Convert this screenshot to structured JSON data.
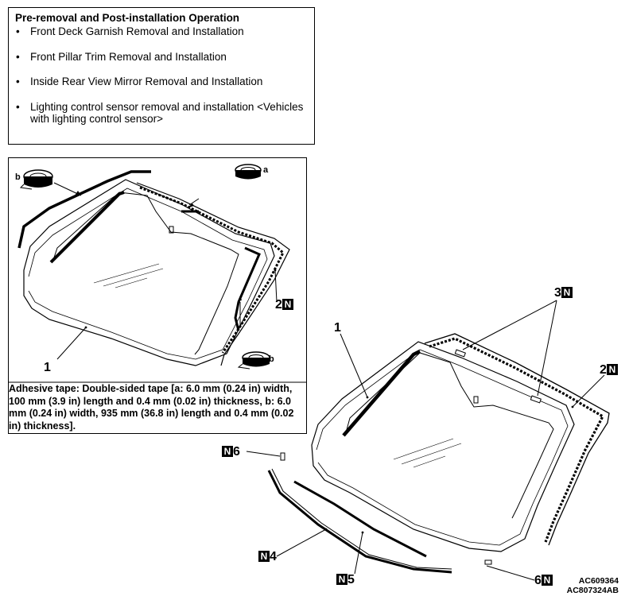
{
  "operations": {
    "title": "Pre-removal and Post-installation Operation",
    "items": [
      {
        "text": "Front Deck Garnish Removal and Installation"
      },
      {
        "text": "Front Pillar Trim Removal and Installation"
      },
      {
        "text": "Inside Rear View Mirror Removal and Installation"
      },
      {
        "text": "Lighting control sensor removal and installation <Vehicles with lighting control sensor>"
      }
    ]
  },
  "detail": {
    "label_a": "a",
    "label_b_top": "b",
    "label_b_bottom": "b",
    "label_1": "1",
    "label_2": "2",
    "caption": "Adhesive tape: Double-sided tape [a: 6.0 mm (0.24 in) width, 100 mm (3.9 in) length and 0.4 mm (0.02 in) thickness, b: 6.0 mm (0.24 in) width, 935 mm (36.8 in) length and 0.4 mm (0.02 in) thickness]."
  },
  "callouts": {
    "n_badge": "N",
    "part_1": "1",
    "part_2": "2",
    "part_3": "3",
    "part_4": "4",
    "part_5": "5",
    "part_6_left": "6",
    "part_6_right": "6"
  },
  "codes": {
    "code1": "AC609364",
    "code2": "AC807324AB"
  }
}
